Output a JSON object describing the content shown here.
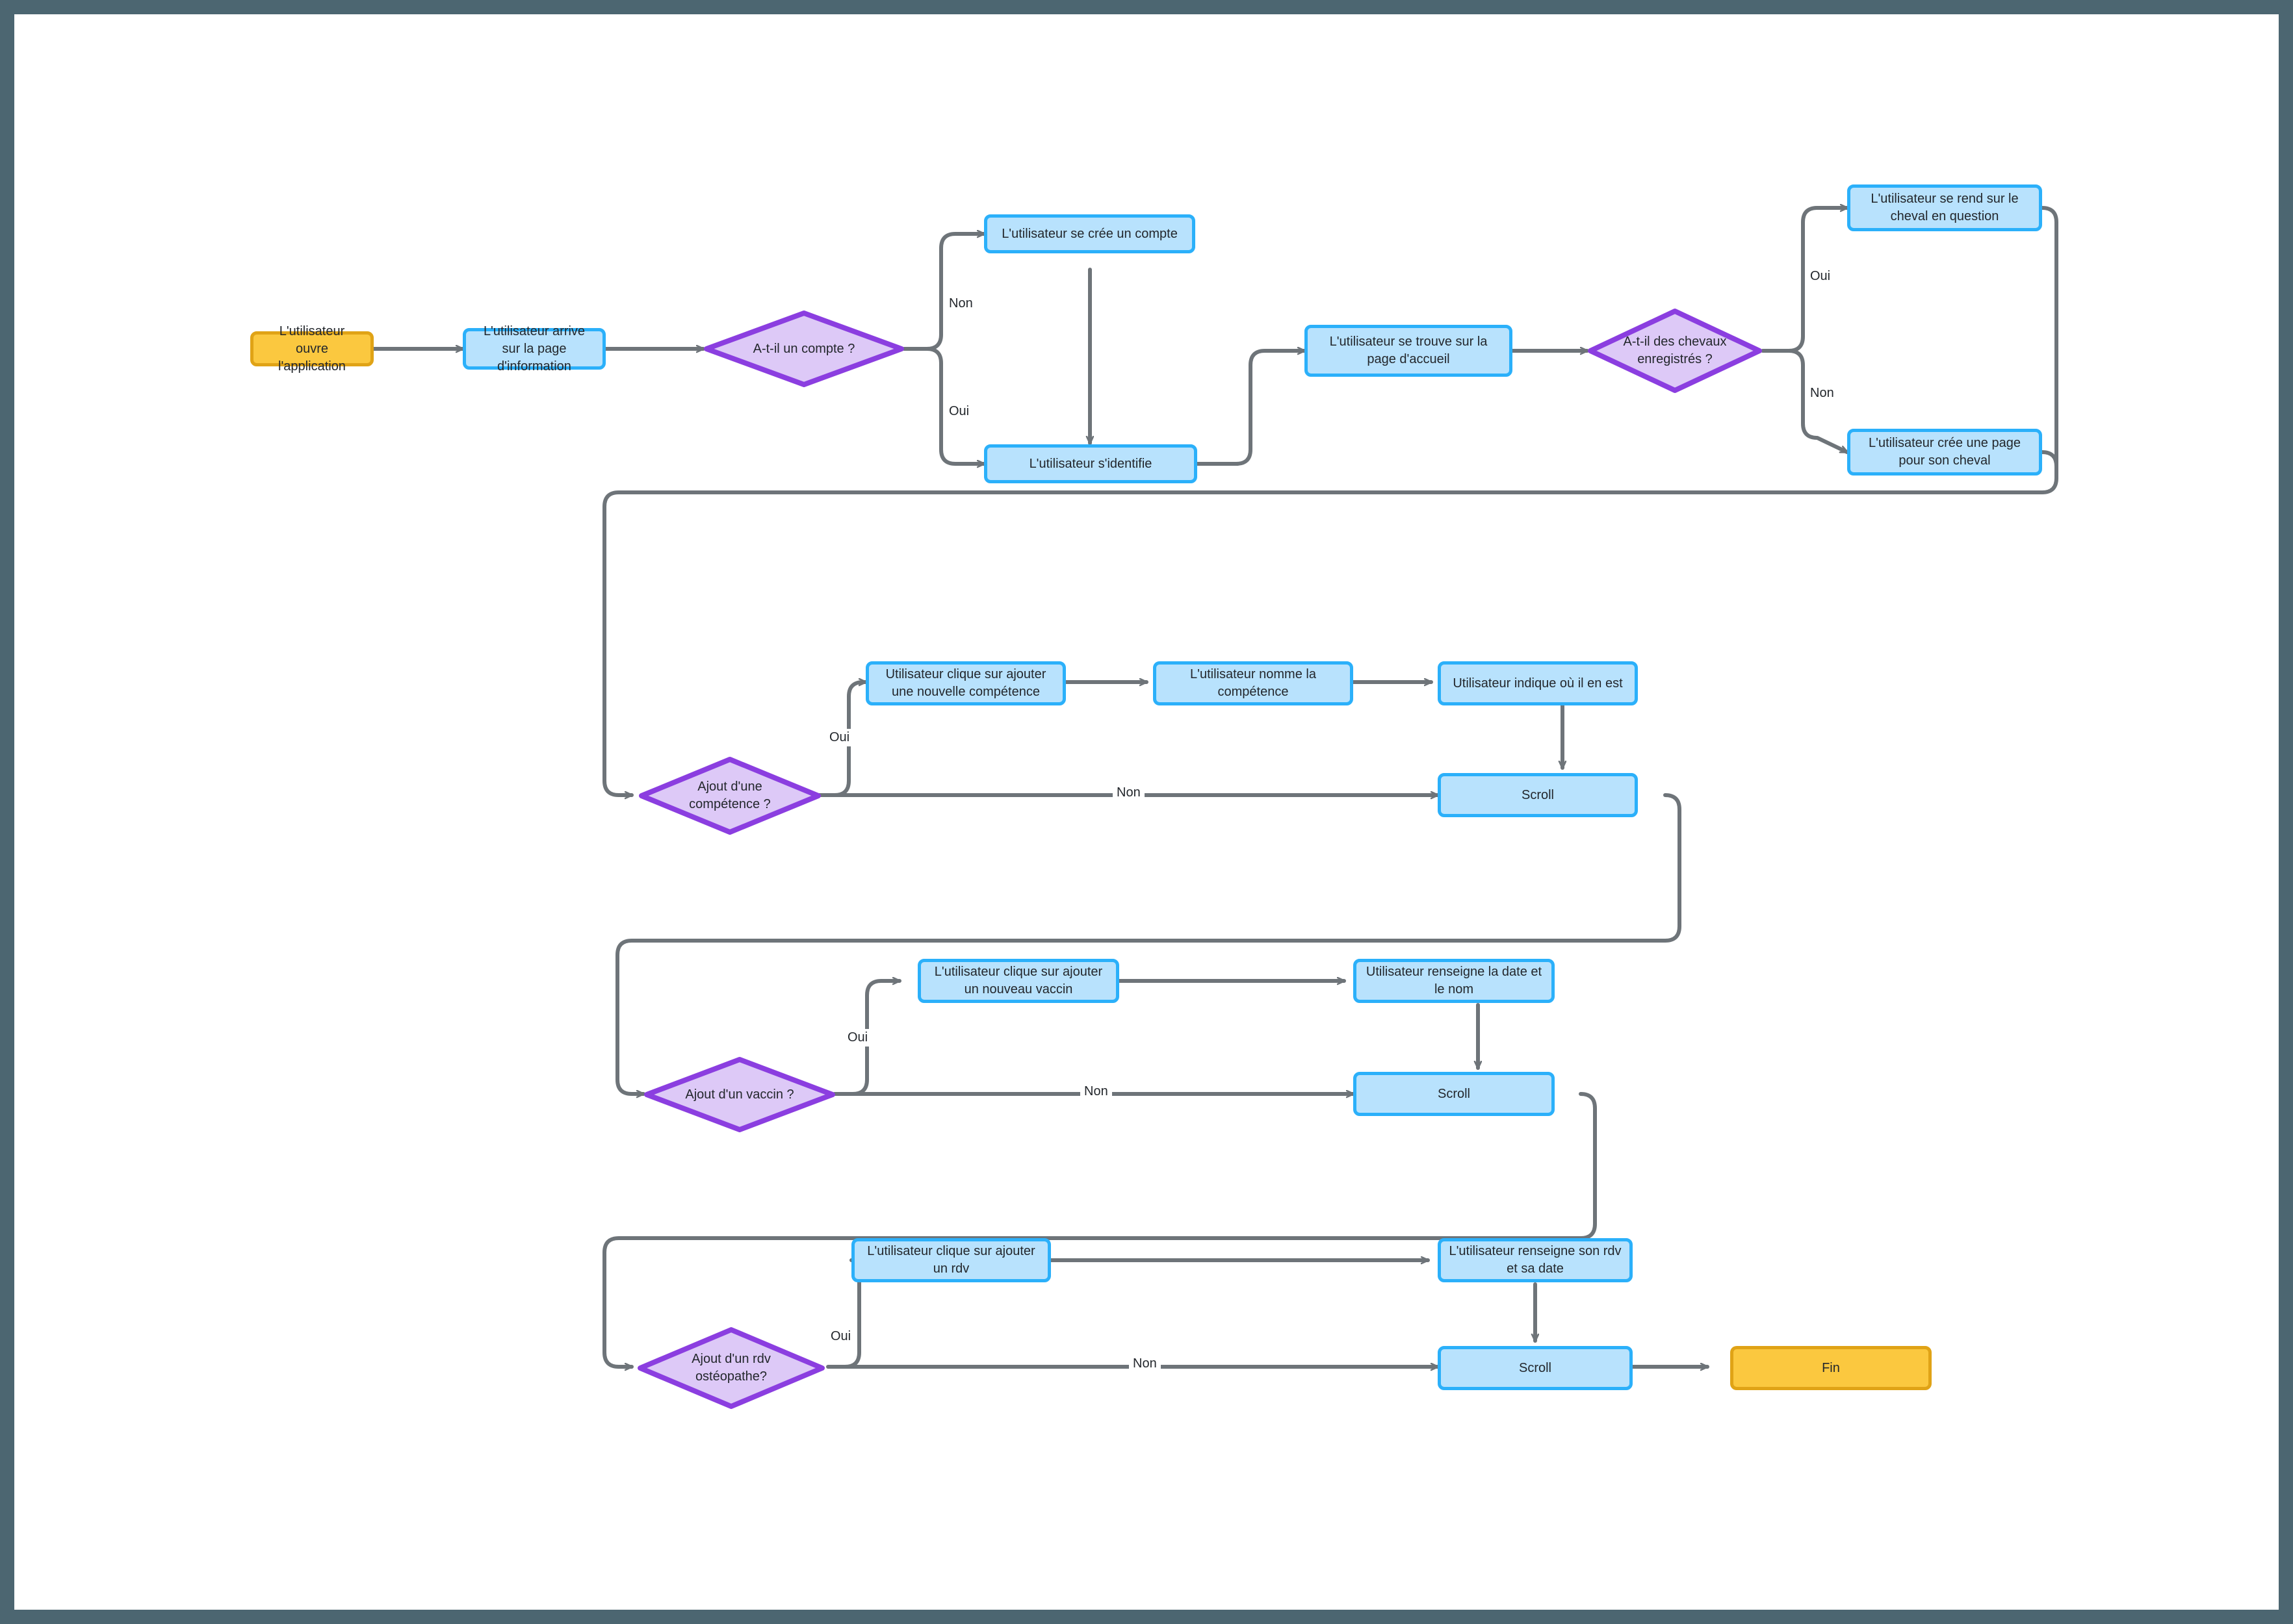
{
  "diagram": {
    "title": "Flowchart — parcours utilisateur application cheval",
    "colors": {
      "page_background": "#4c6671",
      "canvas_background": "#ffffff",
      "process_fill": "#b8e2fd",
      "process_border": "#2bb0fa",
      "terminator_fill": "#fbc83f",
      "terminator_border": "#e0a316",
      "decision_fill": "#ddc9f7",
      "decision_border": "#8b3ee0",
      "edge_stroke": "#6e7479",
      "text": "#23272c"
    }
  },
  "nodes": {
    "start": {
      "label": "L'utilisateur ouvre l'application",
      "type": "terminator"
    },
    "info_page": {
      "label": "L'utilisateur arrive sur la page d'information",
      "type": "process"
    },
    "has_account": {
      "label": "A-t-il un compte ?",
      "type": "decision"
    },
    "create_account": {
      "label": "L'utilisateur se crée un compte",
      "type": "process"
    },
    "identify": {
      "label": "L'utilisateur s'identifie",
      "type": "process"
    },
    "home_page": {
      "label": "L'utilisateur se trouve sur la page d'accueil",
      "type": "process"
    },
    "has_horses": {
      "label": "A-t-il des chevaux enregistrés ?",
      "type": "decision"
    },
    "goto_horse": {
      "label": "L'utilisateur se rend sur le cheval en question",
      "type": "process"
    },
    "create_horse_page": {
      "label": "L'utilisateur crée une page pour son cheval",
      "type": "process"
    },
    "add_skill": {
      "label": "Ajout d'une compétence ?",
      "type": "decision"
    },
    "skill_click": {
      "label": "Utilisateur clique sur ajouter une nouvelle compétence",
      "type": "process"
    },
    "skill_name": {
      "label": "L'utilisateur nomme la compétence",
      "type": "process"
    },
    "skill_state": {
      "label": "Utilisateur indique où il en est",
      "type": "process"
    },
    "scroll_1": {
      "label": "Scroll",
      "type": "process"
    },
    "add_vaccine": {
      "label": "Ajout d'un vaccin ?",
      "type": "decision"
    },
    "vaccine_click": {
      "label": "L'utilisateur clique sur ajouter un nouveau vaccin",
      "type": "process"
    },
    "vaccine_fill": {
      "label": "Utilisateur renseigne la date et le nom",
      "type": "process"
    },
    "scroll_2": {
      "label": "Scroll",
      "type": "process"
    },
    "add_rdv": {
      "label": "Ajout d'un rdv ostéopathe?",
      "type": "decision"
    },
    "rdv_click": {
      "label": "L'utilisateur clique sur ajouter un rdv",
      "type": "process"
    },
    "rdv_fill": {
      "label": "L'utilisateur renseigne son rdv et sa date",
      "type": "process"
    },
    "scroll_3": {
      "label": "Scroll",
      "type": "process"
    },
    "end": {
      "label": "Fin",
      "type": "terminator"
    }
  },
  "edge_labels": {
    "account_non": "Non",
    "account_oui": "Oui",
    "horses_oui": "Oui",
    "horses_non": "Non",
    "skill_oui": "Oui",
    "skill_non": "Non",
    "vaccine_oui": "Oui",
    "vaccine_non": "Non",
    "rdv_oui": "Oui",
    "rdv_non": "Non"
  }
}
